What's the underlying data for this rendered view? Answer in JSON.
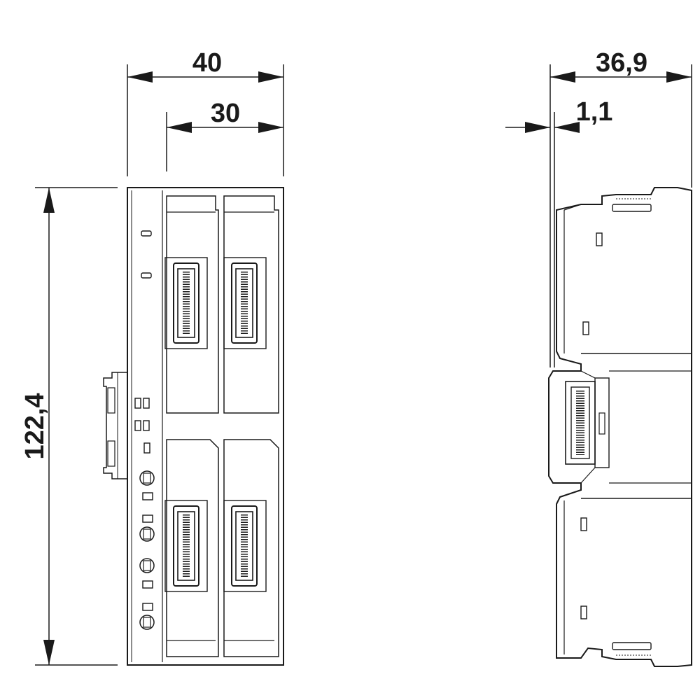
{
  "dimensions": {
    "front_total_width": "40",
    "front_inner_width": "30",
    "front_height": "122,4",
    "side_depth": "36,9",
    "side_offset": "1,1"
  }
}
